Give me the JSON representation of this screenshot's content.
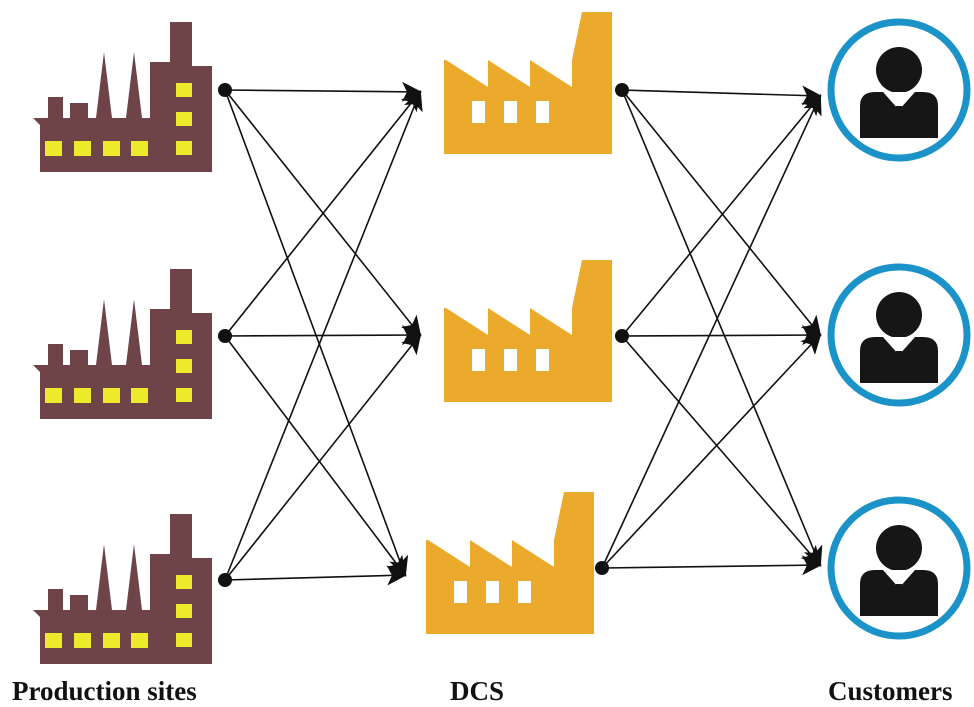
{
  "labels": {
    "production_sites": "Production sites",
    "dcs": "DCS",
    "customers": "Customers"
  },
  "colors": {
    "production_site": "#6e4448",
    "production_window": "#ecea2a",
    "dcs": "#ebaa2c",
    "dcs_window": "#ffffff",
    "customer_ring": "#1c93c8",
    "customer_figure": "#161616",
    "link": "#111111"
  },
  "icons": {
    "production_site": "factory-icon",
    "dcs": "warehouse-factory-icon",
    "customer": "person-icon"
  },
  "stages": {
    "production_sites": 3,
    "dcs": 3,
    "customers": 3
  },
  "links": "every production site connects to every DCS; every DCS connects to every customer"
}
